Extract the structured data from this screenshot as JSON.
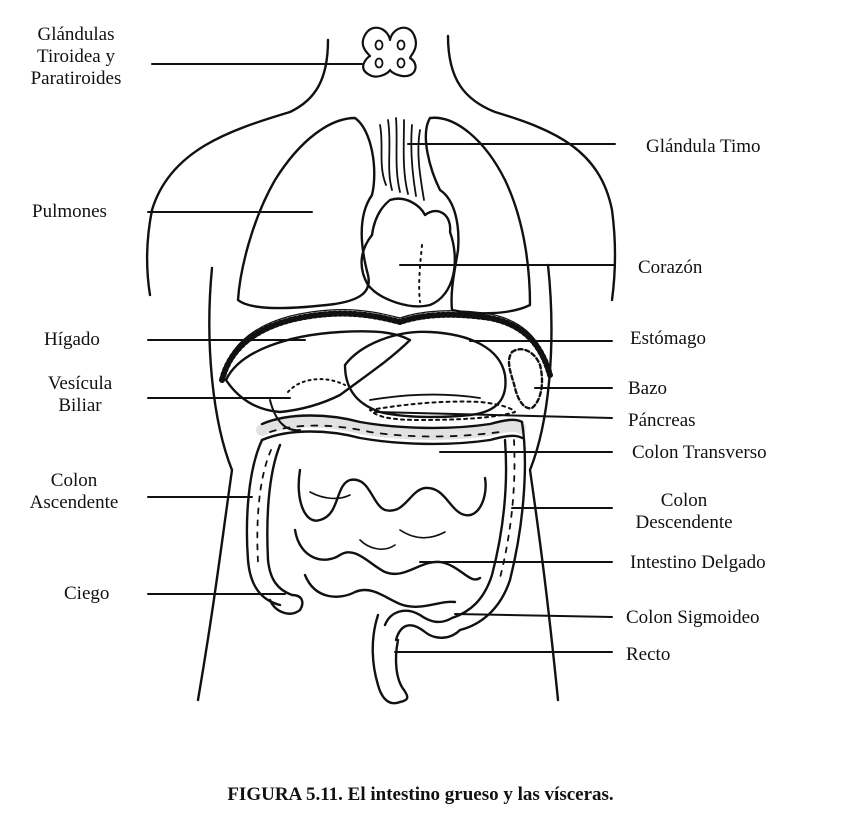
{
  "labels": {
    "tiroides": [
      "Glándulas",
      "Tiroidea y",
      "Paratiroides"
    ],
    "pulmones": "Pulmones",
    "higado": "Hígado",
    "vesicula": [
      "Vesícula",
      "Biliar"
    ],
    "colon_ascendente": [
      "Colon",
      "Ascendente"
    ],
    "ciego": "Ciego",
    "timo": "Glándula Timo",
    "corazon": "Corazón",
    "estomago": "Estómago",
    "bazo": "Bazo",
    "pancreas": "Páncreas",
    "colon_transverso": "Colon Transverso",
    "colon_descendente": [
      "Colon",
      "Descendente"
    ],
    "intestino_delgado": "Intestino Delgado",
    "colon_sigmoideo": "Colon Sigmoideo",
    "recto": "Recto"
  },
  "caption": "FIGURA 5.11. El intestino grueso y las vísceras.",
  "colors": {
    "ink": "#111111",
    "paper": "#ffffff"
  }
}
